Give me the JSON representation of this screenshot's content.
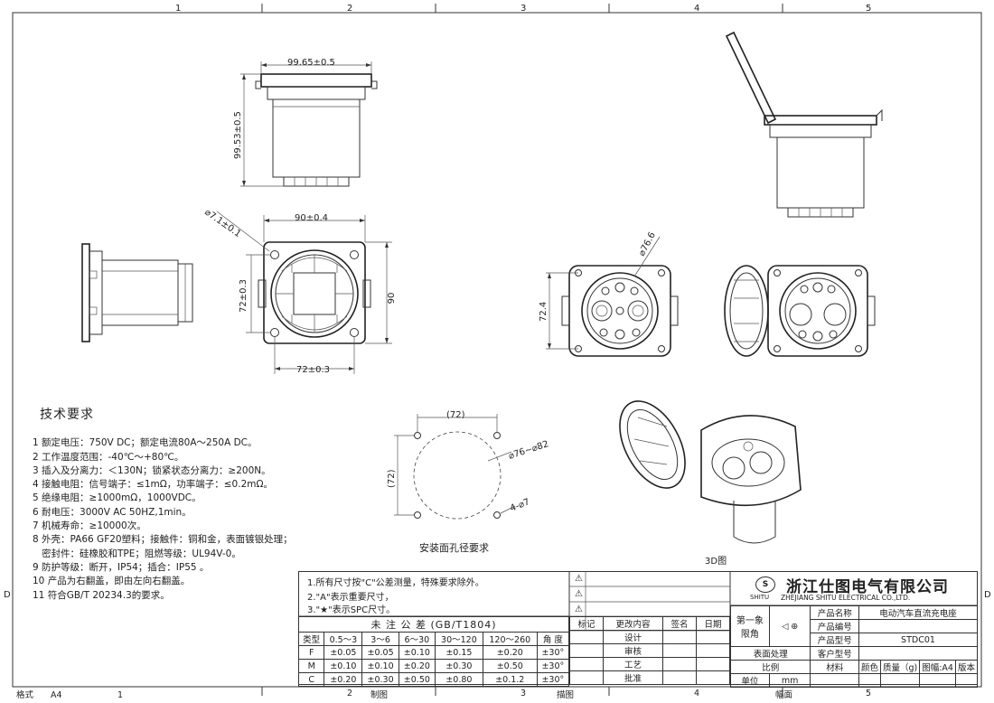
{
  "frame": {
    "top_zone_numbers": [
      "1",
      "2",
      "3",
      "4",
      "5"
    ],
    "side_letter": "D",
    "bottom_labels": {
      "format_label": "格式",
      "format_value": "A4",
      "zone1": "1",
      "zone2": "2",
      "zone3": "3",
      "zone4": "4",
      "zone5": "5",
      "drawn": "制图",
      "traced": "描图",
      "sheet": "幅面"
    }
  },
  "dimensions": {
    "top_view_width": "99.65±0.5",
    "top_view_height": "99.53±0.5",
    "hole_dia": "⌀7.1±0.1",
    "flange_width": "90±0.4",
    "flange_height": "90",
    "hole_pitch_v": "72±0.3",
    "hole_pitch_h": "72±0.3",
    "socket_dia": "⌀76.6",
    "socket_pitch": "72.4",
    "cutout_pitch_h": "(72)",
    "cutout_pitch_v": "(72)",
    "cutout_dia": "⌀76~⌀82",
    "cutout_hole": "4-⌀7"
  },
  "captions": {
    "mount_hole": "安装面孔径要求",
    "view_3d": "3D图"
  },
  "tech_requirements": {
    "title": "技术要求",
    "items": [
      "1 额定电压：750V DC；额定电流80A～250A DC。",
      "2 工作温度范围：-40℃～+80℃。",
      "3 插入及分离力：＜130N；锁紧状态分离力：≥200N。",
      "4 接触电阻：信号端子：≤1mΩ，功率端子：≤0.2mΩ。",
      "5 绝缘电阻：≥1000mΩ，1000VDC。",
      "6 耐电压：3000V AC 50HZ,1min。",
      "7 机械寿命：≥10000次。",
      "8 外壳：PA66 GF20塑料；接触件：铜和金，表面镀银处理；",
      "   密封件：硅橡胶和TPE；阻燃等级：UL94V-0。",
      "9 防护等级：断开，IP54；插合：IP55 。",
      "10 产品为右翻盖，即由左向右翻盖。",
      "11 符合GB/T 20234.3的要求。"
    ]
  },
  "title_block": {
    "remarks": [
      "1.所有尺寸按\"C\"公差测量，特殊要求除外。",
      "2.\"A\"表示重要尺寸，",
      "3.\"★\"表示SPC尺寸。"
    ],
    "tolerance_title": "未 注 公 差  (GB/T1804)",
    "tol_headers": [
      "类型",
      "0.5～3",
      "3～6",
      "6～30",
      "30～120",
      "120～260",
      "角 度"
    ],
    "tol_rows": [
      [
        "F",
        "±0.05",
        "±0.05",
        "±0.10",
        "±0.15",
        "±0.20",
        "±30°"
      ],
      [
        "M",
        "±0.10",
        "±0.10",
        "±0.20",
        "±0.30",
        "±0.50",
        "±30°"
      ],
      [
        "C",
        "±0.20",
        "±0.30",
        "±0.50",
        "±0.80",
        "±0.1.2",
        "±30°"
      ]
    ],
    "revision_headers": [
      "标记",
      "更改内容",
      "签名",
      "日期"
    ],
    "approvals": [
      "设计",
      "审核",
      "工艺",
      "批准"
    ],
    "company_cn": "浙江仕图电气有限公司",
    "company_en": "ZHEJIANG SHITU ELECTRICAL CO.,LTD.",
    "logo_text": "SHITU",
    "projection": "第一象限角",
    "fields": {
      "product_name_label": "产品名称",
      "product_name": "电动汽车直流充电座",
      "product_code_label": "产品编号",
      "product_model_label": "产品型号",
      "product_model": "STDC01",
      "customer_model_label": "客户型号",
      "surface_label": "表面处理",
      "scale_label": "比例",
      "unit_label": "单位",
      "unit_value": "mm",
      "material_label": "材料",
      "color_label": "颜色",
      "mass_label": "质量（g)",
      "sheet_label": "图幅:A4",
      "version_label": "版本"
    }
  }
}
